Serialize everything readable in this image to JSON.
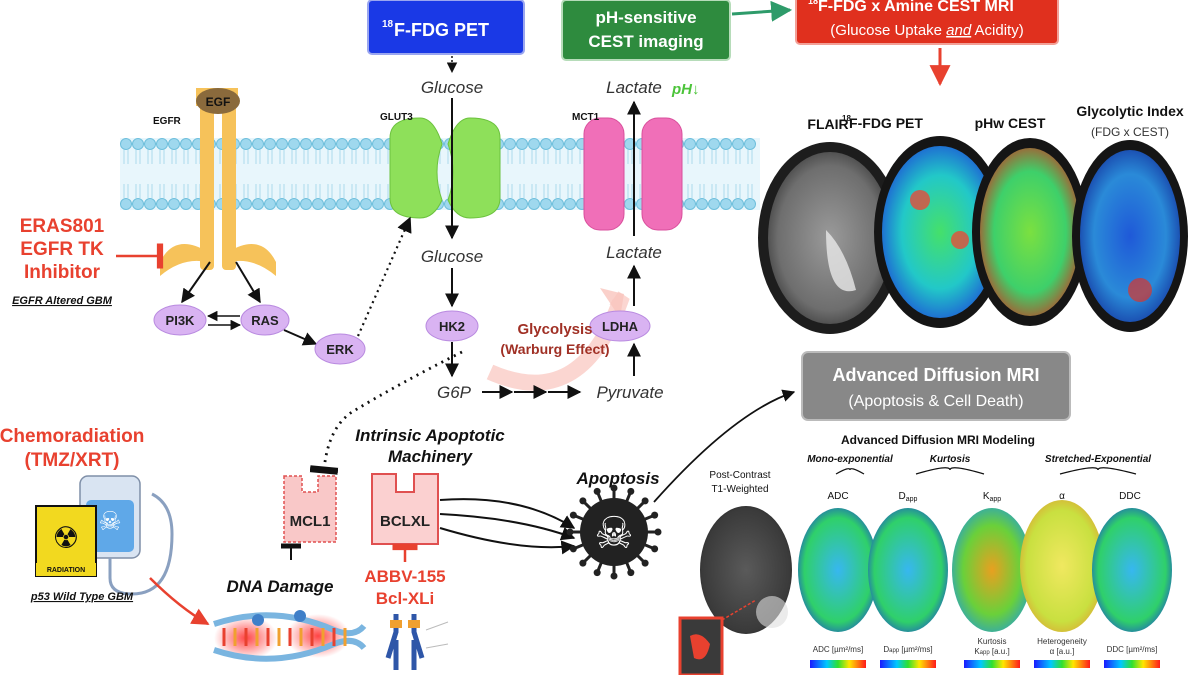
{
  "boxes": {
    "pet": "F-FDG PET",
    "pet_sup": "18",
    "cest_l1": "pH-sensitive",
    "cest_l2": "CEST imaging",
    "combo_sup": "18",
    "combo_l1": "F-FDG x Amine CEST MRI",
    "combo_l2a": "(Glucose Uptake ",
    "combo_and": "and",
    "combo_l2b": " Acidity)",
    "diff_l1": "Advanced Diffusion MRI",
    "diff_l2": "(Apoptosis & Cell Death)"
  },
  "membrane": {
    "egfr": "EGFR",
    "egf": "EGF",
    "glut3": "GLUT3",
    "mct1": "MCT1"
  },
  "metabolites": {
    "glucose_out": "Glucose",
    "glucose_in": "Glucose",
    "lactate_out": "Lactate",
    "ph": "pH↓",
    "lactate_in": "Lactate",
    "g6p": "G6P",
    "pyruvate": "Pyruvate",
    "glycolysis_l1": "Glycolysis",
    "glycolysis_l2": "(Warburg Effect)"
  },
  "nodes": {
    "pi3k": "PI3K",
    "ras": "RAS",
    "erk": "ERK",
    "hk2": "HK2",
    "ldha": "LDHA"
  },
  "left": {
    "eras_l1": "ERAS801",
    "eras_l2": "EGFR TK",
    "eras_l3": "Inhibitor",
    "egfr_altered": "EGFR Altered GBM",
    "chemo_l1": "Chemoradiation",
    "chemo_l2": "(TMZ/XRT)",
    "radiation": "RADIATION",
    "p53": "p53 Wild Type GBM",
    "dna_damage": "DNA Damage"
  },
  "apoptosis": {
    "intrinsic_l1": "Intrinsic Apoptotic",
    "intrinsic_l2": "Machinery",
    "mcl1": "MCL1",
    "bclxl": "BCLXL",
    "abbv_l1": "ABBV-155",
    "abbv_l2": "Bcl-XLi",
    "apoptosis": "Apoptosis"
  },
  "pet_panel": {
    "flair": "FLAIR",
    "pet_sup": "18",
    "pet": "F-FDG PET",
    "phw": "pHw CEST",
    "gi_l1": "Glycolytic Index",
    "gi_l2": "(FDG x CEST)"
  },
  "diff_panel": {
    "title": "Advanced Diffusion MRI Modeling",
    "mono": "Mono-exponential",
    "kurtosis": "Kurtosis",
    "stretched": "Stretched-Exponential",
    "post_l1": "Post-Contrast",
    "post_l2": "T1-Weighted",
    "adc": "ADC",
    "dapp": "D",
    "dapp_sub": "app",
    "kapp": "K",
    "kapp_sub": "app",
    "alpha": "α",
    "ddc": "DDC",
    "sc_adc": "ADC [µm²/ms]",
    "sc_dapp": "D",
    "sc_dapp_sub": "app",
    "sc_dapp_unit": " [µm²/ms]",
    "sc_kurt_l1": "Kurtosis",
    "sc_kurt_l2": "K",
    "sc_kurt_sub": "app",
    "sc_kurt_unit": " [a.u.]",
    "sc_het_l1": "Heterogeneity",
    "sc_het_l2": "α [a.u.]",
    "sc_ddc": "DDC [µm²/ms]"
  },
  "colors": {
    "red": "#e8412f",
    "pet_blue": "#1a39e6",
    "cest_green": "#2e8b3e",
    "combo_red": "#e0301e",
    "glut_green": "#8ee05a",
    "mct_pink": "#f06fb8",
    "node_purple": "#d9b3f2",
    "egfr_orange": "#f6c25a",
    "egf_brown": "#8a6a3c",
    "glyco_text": "#a03025",
    "membrane_blue": "#9fd8ee"
  }
}
